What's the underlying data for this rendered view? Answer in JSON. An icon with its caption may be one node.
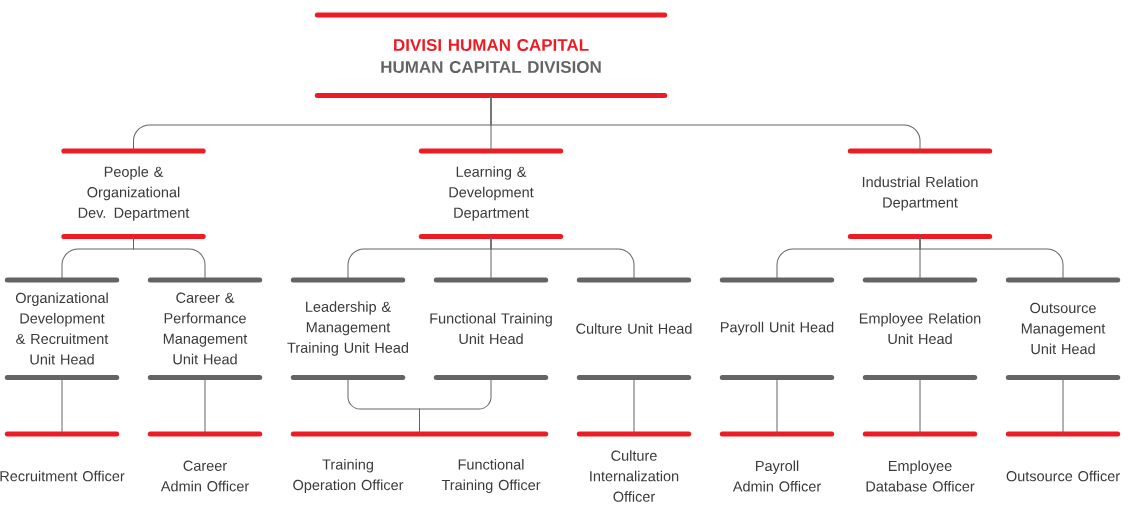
{
  "diagram": {
    "nodes": [
      {
        "text": [
          "DIVISI HUMAN CAPITAL",
          "HUMAN CAPITAL DIVISION"
        ]
      },
      {
        "text": [
          "People & Organizational Dev. Department"
        ]
      },
      {
        "text": [
          "Learning & Development Department"
        ]
      },
      {
        "text": [
          "Industrial Relation Department"
        ]
      },
      {
        "text": [
          "Organizational Development & Recruitment Unit Head"
        ]
      },
      {
        "text": [
          "Career & Performance Management Unit Head"
        ]
      },
      {
        "text": [
          "Leadership & Management Training Unit Head"
        ]
      },
      {
        "text": [
          "Functional Training Unit Head"
        ]
      },
      {
        "text": [
          "Culture Unit Head"
        ]
      },
      {
        "text": [
          "Payroll Unit Head"
        ]
      },
      {
        "text": [
          "Employee Relation Unit Head"
        ]
      },
      {
        "text": [
          "Outsource Management Unit Head"
        ]
      },
      {
        "text": [
          "Recruitment Officer"
        ]
      },
      {
        "text": [
          "Career Admin Officer"
        ]
      },
      {
        "text": [
          "Training Operation Officer",
          "Functional Training Officer"
        ]
      },
      {
        "text": [
          "Culture Internalization Officer"
        ]
      },
      {
        "text": [
          "Payroll Admin Officer"
        ]
      },
      {
        "text": [
          "Employee Database Officer"
        ]
      },
      {
        "text": [
          "Outsource Officer"
        ]
      }
    ],
    "edges": [
      {
        "from": 0,
        "to": 1,
        "arrow": "none"
      },
      {
        "from": 0,
        "to": 2,
        "arrow": "none"
      },
      {
        "from": 0,
        "to": 3,
        "arrow": "none"
      },
      {
        "from": 1,
        "to": 4,
        "arrow": "none"
      },
      {
        "from": 1,
        "to": 5,
        "arrow": "none"
      },
      {
        "from": 2,
        "to": 6,
        "arrow": "none"
      },
      {
        "from": 2,
        "to": 7,
        "arrow": "none"
      },
      {
        "from": 2,
        "to": 8,
        "arrow": "none"
      },
      {
        "from": 3,
        "to": 9,
        "arrow": "none"
      },
      {
        "from": 3,
        "to": 10,
        "arrow": "none"
      },
      {
        "from": 3,
        "to": 11,
        "arrow": "none"
      },
      {
        "from": 4,
        "to": 12,
        "arrow": "none"
      },
      {
        "from": 5,
        "to": 13,
        "arrow": "none"
      },
      {
        "from": 6,
        "to": 14,
        "arrow": "none"
      },
      {
        "from": 7,
        "to": 14,
        "arrow": "none"
      },
      {
        "from": 8,
        "to": 15,
        "arrow": "none"
      },
      {
        "from": 9,
        "to": 16,
        "arrow": "none"
      },
      {
        "from": 10,
        "to": 17,
        "arrow": "none"
      },
      {
        "from": 11,
        "to": 18,
        "arrow": "none"
      }
    ]
  }
}
